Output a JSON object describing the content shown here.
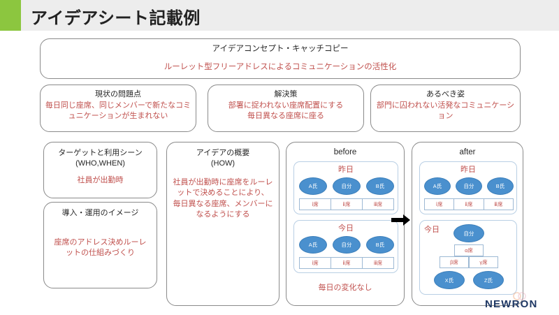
{
  "header": {
    "title": "アイデアシート記載例",
    "accent_color": "#8cc63f",
    "background_color": "#ededed"
  },
  "colors": {
    "red_text": "#c0504d",
    "dark_text": "#262626",
    "ellipse_blue": "#4a90ce",
    "inner_border": "#b9cfe4",
    "logo_navy": "#1f3864"
  },
  "concept": {
    "title": "アイデアコンセプト・キャッチコピー",
    "body": "ルーレット型フリーアドレスによるコミュニケーションの活性化"
  },
  "row2": [
    {
      "title": "現状の問題点",
      "body": "毎日同じ座席、同じメンバーで新たなコミュニケーションが生まれない"
    },
    {
      "title": "解決策",
      "body": "部署に捉われない座席配置にする\n毎日異なる座席に座る"
    },
    {
      "title": "あるべき姿",
      "body": "部門に囚われない活発なコミュニケーション"
    }
  ],
  "target": {
    "title": "ターゲットと利用シーン\n(WHO,WHEN)",
    "body": "社員が出勤時"
  },
  "deploy": {
    "title": "導入・運用のイメージ",
    "body": "座席のアドレス決めルーレットの仕組みづくり"
  },
  "how": {
    "title": "アイデアの概要\n(HOW)",
    "body": "社員が出勤時に座席をルーレットで決めることにより、\n毎日異なる座席、メンバーになるようにする"
  },
  "before": {
    "panel_title": "before",
    "yesterday": {
      "label": "昨日",
      "people": [
        "A氏",
        "自分",
        "B氏"
      ],
      "seats": [
        "ⅰ席",
        "ⅱ席",
        "ⅲ席"
      ]
    },
    "today": {
      "label": "今日",
      "people": [
        "A氏",
        "自分",
        "B氏"
      ],
      "seats": [
        "ⅰ席",
        "ⅱ席",
        "ⅲ席"
      ]
    },
    "footer": "毎日の変化なし"
  },
  "after": {
    "panel_title": "after",
    "yesterday": {
      "label": "昨日",
      "people": [
        "A氏",
        "自分",
        "B氏"
      ],
      "seats": [
        "ⅰ席",
        "ⅱ席",
        "ⅲ席"
      ]
    },
    "today": {
      "label": "今日",
      "top_person": "自分",
      "top_seat": "α席",
      "mid_seats": [
        "β席",
        "γ席"
      ],
      "bottom_people": [
        "X氏",
        "Z氏"
      ]
    }
  },
  "arrow": {
    "direction": "right"
  },
  "logo": {
    "text": "NEWRON"
  }
}
